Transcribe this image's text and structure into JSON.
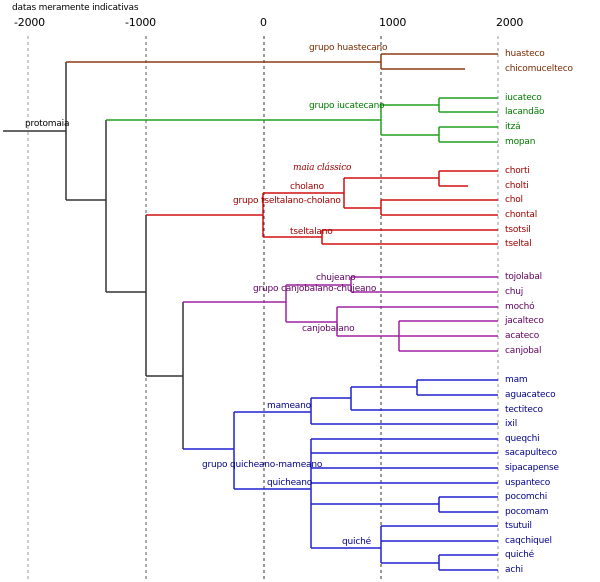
{
  "title": "datas meramente indicativas",
  "axis": {
    "ticks": [
      "-2000",
      "-1000",
      "0",
      "1000",
      "2000"
    ]
  },
  "colors": {
    "huastecano": "#8b3a10",
    "iucatecano": "#20a020",
    "tseltalano_cholano": "#d01010",
    "canjobalano_chujeano": "#a020a0",
    "quicheano_mameano": "#2020d0",
    "root": "#333333"
  },
  "root": "protomaia",
  "groups": {
    "huastecano": "grupo huastecano",
    "iucatecano": "grupo iucatecano",
    "maia_classico": "maia clássico",
    "cholano": "cholano",
    "tseltalano_cholano": "grupo tseltalano-cholano",
    "tseltalano": "tseltalano",
    "chujeano": "chujeano",
    "canjobalano_chujeano": "grupo canjobalano-chujeano",
    "canjobalano": "canjobalano",
    "mameano": "mameano",
    "quicheano_mameano": "grupo quicheano-mameano",
    "quicheano": "quicheano",
    "quiche": "quiché"
  },
  "leaves": [
    "huasteco",
    "chicomucelteco",
    "iucateco",
    "lacandão",
    "itzá",
    "mopan",
    "chorti",
    "cholti",
    "chol",
    "chontal",
    "tsotsil",
    "tseltal",
    "tojolabal",
    "chuj",
    "mochó",
    "jacalteco",
    "acateco",
    "canjobal",
    "mam",
    "aguacateco",
    "tectiteco",
    "ixil",
    "queqchi",
    "sacapulteco",
    "sipacapense",
    "uspanteco",
    "pocomchi",
    "pocomam",
    "tsutuil",
    "caqchiquel",
    "quiché",
    "achi"
  ]
}
